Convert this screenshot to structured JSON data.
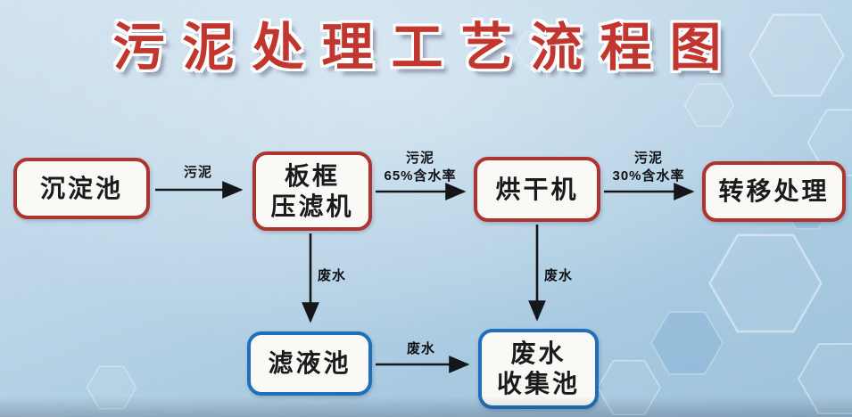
{
  "title": "污泥处理工艺流程图",
  "nodes": [
    {
      "id": "sedimentation-tank",
      "label": "沉淀池",
      "border_color": "#ae352d"
    },
    {
      "id": "plate-frame-filter-press",
      "label": "板框\n压滤机",
      "border_color": "#ae352d"
    },
    {
      "id": "dryer",
      "label": "烘干机",
      "border_color": "#ae352d"
    },
    {
      "id": "transfer-disposal",
      "label": "转移处理",
      "border_color": "#ae352d"
    },
    {
      "id": "filtrate-tank",
      "label": "滤液池",
      "border_color": "#1f6fba"
    },
    {
      "id": "wastewater-collection-tank",
      "label": "废水\n收集池",
      "border_color": "#1f6fba"
    }
  ],
  "edges": [
    {
      "from": "沉淀池",
      "to": "板框压滤机",
      "label": "污泥"
    },
    {
      "from": "板框压滤机",
      "to": "烘干机",
      "label": "污泥\n65%含水率"
    },
    {
      "from": "烘干机",
      "to": "转移处理",
      "label": "污泥\n30%含水率"
    },
    {
      "from": "板框压滤机",
      "to": "滤液池",
      "label": "废水"
    },
    {
      "from": "烘干机",
      "to": "废水收集池",
      "label": "废水"
    },
    {
      "from": "滤液池",
      "to": "废水收集池",
      "label": "废水"
    }
  ],
  "colors": {
    "title_red": "#c1362e",
    "node_border_red": "#ae352d",
    "node_border_blue": "#1f6fba",
    "background_blue": "#aecde4",
    "arrow_black": "#15161a"
  }
}
